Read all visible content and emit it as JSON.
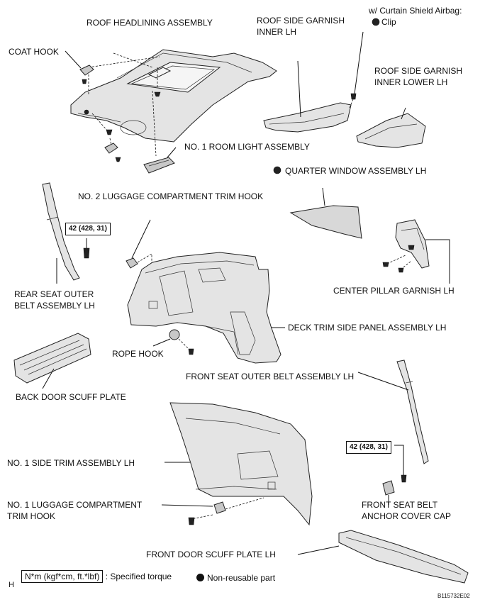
{
  "labels": {
    "roof_headlining": "ROOF HEADLINING ASSEMBLY",
    "roof_side_garnish_inner_line1": "ROOF SIDE GARNISH",
    "roof_side_garnish_inner_line2": "INNER LH",
    "curtain_note": "w/ Curtain Shield Airbag:",
    "clip": "Clip",
    "coat_hook": "COAT HOOK",
    "roof_side_garnish_lower_line1": "ROOF SIDE GARNISH",
    "roof_side_garnish_lower_line2": "INNER LOWER LH",
    "room_light": "NO. 1 ROOM LIGHT ASSEMBLY",
    "quarter_window": "QUARTER WINDOW ASSEMBLY LH",
    "luggage_trim_hook_2": "NO. 2 LUGGAGE COMPARTMENT TRIM HOOK",
    "rear_seat_belt_line1": "REAR SEAT OUTER",
    "rear_seat_belt_line2": "BELT ASSEMBLY LH",
    "center_pillar": "CENTER PILLAR GARNISH LH",
    "deck_trim": "DECK TRIM SIDE PANEL ASSEMBLY LH",
    "rope_hook": "ROPE HOOK",
    "front_seat_belt": "FRONT SEAT OUTER BELT ASSEMBLY LH",
    "back_door_scuff": "BACK DOOR SCUFF PLATE",
    "side_trim": "NO. 1 SIDE TRIM ASSEMBLY LH",
    "luggage_trim_hook_1_line1": "NO. 1  LUGGAGE COMPARTMENT",
    "luggage_trim_hook_1_line2": "TRIM HOOK",
    "anchor_cover_line1": "FRONT SEAT BELT",
    "anchor_cover_line2": "ANCHOR COVER CAP",
    "front_door_scuff": "FRONT DOOR SCUFF PLATE LH"
  },
  "torque": {
    "rear_belt": "42 (428, 31)",
    "front_belt": "42 (428, 31)"
  },
  "legend": {
    "corner_letter": "H",
    "torque_box": "N*m (kgf*cm, ft.*lbf)",
    "torque_desc": ": Specified torque",
    "nonreusable": "Non-reusable part"
  },
  "figure_id": "B115732E02"
}
